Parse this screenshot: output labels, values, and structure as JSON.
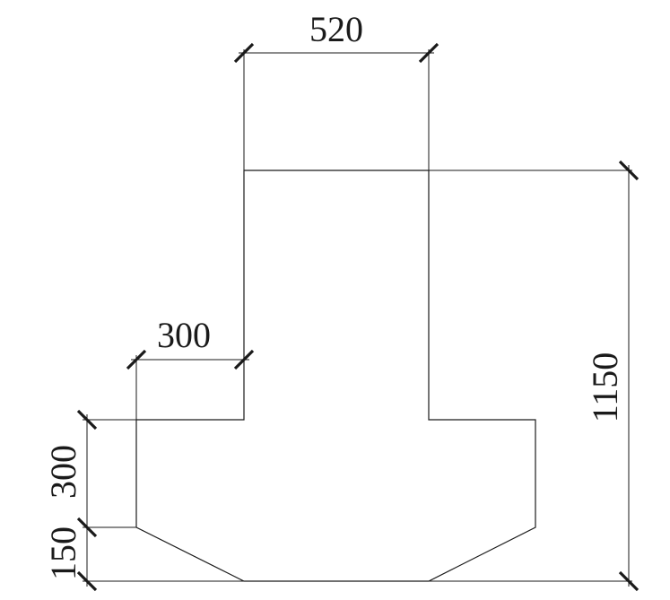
{
  "dimensions": {
    "top_width": "520",
    "left_step_width": "300",
    "total_height": "1150",
    "flange_height": "300",
    "haunch_height": "150"
  }
}
